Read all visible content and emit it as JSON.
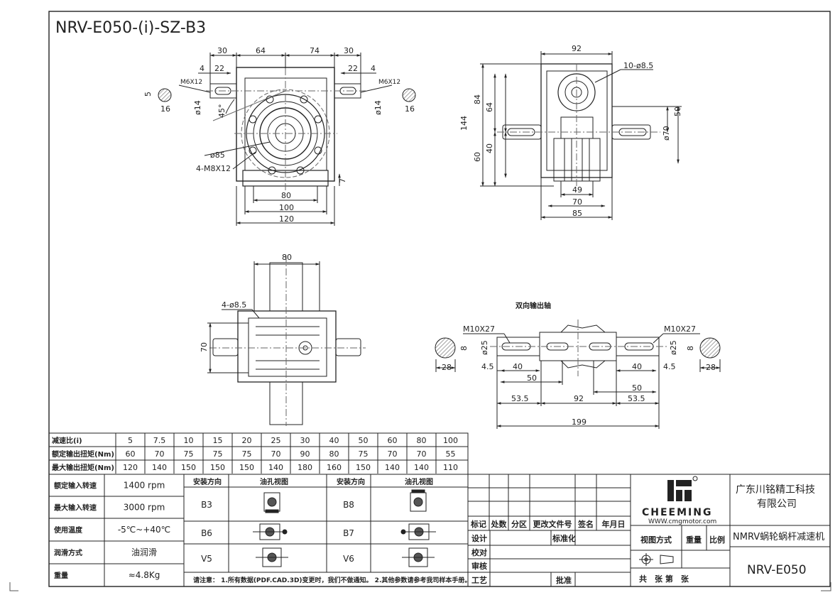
{
  "drawing": {
    "title": "NRV-E050-(i)-SZ-B3",
    "section_label": "双向输出轴",
    "note": "请注意： 1.所有数据(PDF.CAD.3D)变更时，我们不做通知。 2.其他参数请参考我司样本手册。"
  },
  "dims": {
    "front": {
      "d30a": "30",
      "d64": "64",
      "d74": "74",
      "d30b": "30",
      "d4a": "4",
      "d22a": "22",
      "d22b": "22",
      "d4b": "4",
      "m6a": "M6X12",
      "m6b": "M6X12",
      "d5": "5",
      "d16a": "16",
      "d16b": "16",
      "phi14a": "ø14",
      "phi14b": "ø14",
      "deg45": "45°",
      "phi85": "ø85",
      "m8": "4-M8X12",
      "d80": "80",
      "d100": "100",
      "d120": "120",
      "d7": "7"
    },
    "side": {
      "d92": "92",
      "holes": "10-ø8.5",
      "d84": "84",
      "d64": "64",
      "d144": "144",
      "d40": "40",
      "d60": "60",
      "d50": "50",
      "phi70": "ø70",
      "d49": "49",
      "d70": "70",
      "d85": "85"
    },
    "top": {
      "d80": "80",
      "holes": "4-ø8.5",
      "d70": "70"
    },
    "shaft": {
      "m10a": "M10X27",
      "m10b": "M10X27",
      "phi25a": "ø25",
      "phi25b": "ø25",
      "d8a": "8",
      "d8b": "8",
      "d28a": "28",
      "d28b": "28",
      "d45a": "4.5",
      "d40a": "40",
      "d50a": "50",
      "d535a": "53.5",
      "d92": "92",
      "d535b": "53.5",
      "d50b": "50",
      "d40b": "40",
      "d45b": "4.5",
      "d199": "199"
    }
  },
  "ratio_table": {
    "rows": [
      {
        "label": "减速比(i)",
        "values": [
          "5",
          "7.5",
          "10",
          "15",
          "20",
          "25",
          "30",
          "40",
          "50",
          "60",
          "80",
          "100"
        ]
      },
      {
        "label": "额定输出扭矩(Nm)",
        "values": [
          "60",
          "70",
          "75",
          "75",
          "75",
          "70",
          "90",
          "80",
          "75",
          "70",
          "70",
          "55"
        ]
      },
      {
        "label": "最大输出扭矩(Nm)",
        "values": [
          "120",
          "140",
          "150",
          "150",
          "150",
          "140",
          "180",
          "160",
          "150",
          "140",
          "140",
          "110"
        ]
      }
    ]
  },
  "specs": [
    {
      "label": "额定输入转速",
      "value": "1400 rpm"
    },
    {
      "label": "最大输入转速",
      "value": "3000 rpm"
    },
    {
      "label": "使用温度",
      "value": "-5℃~+40℃"
    },
    {
      "label": "润滑方式",
      "value": "油润滑"
    },
    {
      "label": "重量",
      "value": "≈4.8Kg"
    }
  ],
  "mounting": {
    "header_dir": "安装方向",
    "header_view": "油孔视图",
    "left": [
      "B3",
      "B6",
      "V5"
    ],
    "right": [
      "B8",
      "B7",
      "V6"
    ]
  },
  "title_block": {
    "headers": [
      "标记",
      "处数",
      "分区",
      "更改文件号",
      "签名",
      "年月日"
    ],
    "design": "设计",
    "standard": "标准化",
    "check": "校对",
    "review": "审核",
    "process": "工艺",
    "approve": "批准",
    "brand": "CHEEMING",
    "website": "WWW.cmgmotor.com",
    "company_line1": "广东川铭精工科技",
    "company_line2": "有限公司",
    "product_name": "NMRV蜗轮蜗杆减速机",
    "view_method": "视图方式",
    "weight": "重量",
    "scale": "比例",
    "sheets": "共　张 第　张",
    "model": "NRV-E050"
  },
  "colors": {
    "line": "#222222",
    "center": "#666666"
  }
}
